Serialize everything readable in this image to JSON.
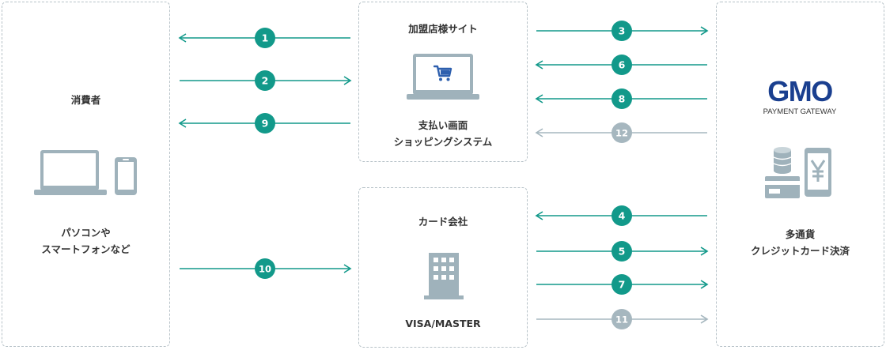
{
  "consumer": {
    "title": "消費者",
    "devices": [
      "パソコンや",
      "スマートフォンなど"
    ]
  },
  "merchant": {
    "title": "加盟店様サイト",
    "description": [
      "支払い画面",
      "ショッピングシステム"
    ]
  },
  "card_company": {
    "title": "カード会社",
    "brands": "VISA/MASTER"
  },
  "gmo": {
    "logo_text": "GMO",
    "logo_subtitle": "PAYMENT GATEWAY",
    "service": [
      "多通貨",
      "クレジットカード決済"
    ]
  },
  "colors": {
    "accent": "#12998a",
    "muted": "#a6b7bf",
    "icon": "#9fb2bb",
    "cart": "#2d5fae",
    "brand": "#1a3f8f",
    "border": "#b7c2c8"
  },
  "icons": {
    "consumer": [
      "laptop-icon",
      "smartphone-icon"
    ],
    "merchant": [
      "laptop-icon",
      "cart-icon"
    ],
    "card_company": [
      "building-icon"
    ],
    "gmo": [
      "coins-icon",
      "card-icon",
      "yen-phone-icon"
    ]
  },
  "steps": [
    {
      "num": "1",
      "from": "merchant",
      "to": "consumer",
      "muted": false
    },
    {
      "num": "2",
      "from": "consumer",
      "to": "merchant",
      "muted": false
    },
    {
      "num": "9",
      "from": "merchant",
      "to": "consumer",
      "muted": false
    },
    {
      "num": "10",
      "from": "consumer",
      "to": "card_company",
      "muted": false
    },
    {
      "num": "3",
      "from": "merchant",
      "to": "gmo",
      "muted": false
    },
    {
      "num": "6",
      "from": "gmo",
      "to": "merchant",
      "muted": false
    },
    {
      "num": "8",
      "from": "gmo",
      "to": "merchant",
      "muted": false
    },
    {
      "num": "12",
      "from": "gmo",
      "to": "merchant",
      "muted": true
    },
    {
      "num": "4",
      "from": "gmo",
      "to": "card_company",
      "muted": false
    },
    {
      "num": "5",
      "from": "card_company",
      "to": "gmo",
      "muted": false
    },
    {
      "num": "7",
      "from": "card_company",
      "to": "gmo",
      "muted": false
    },
    {
      "num": "11",
      "from": "card_company",
      "to": "gmo",
      "muted": true
    }
  ]
}
